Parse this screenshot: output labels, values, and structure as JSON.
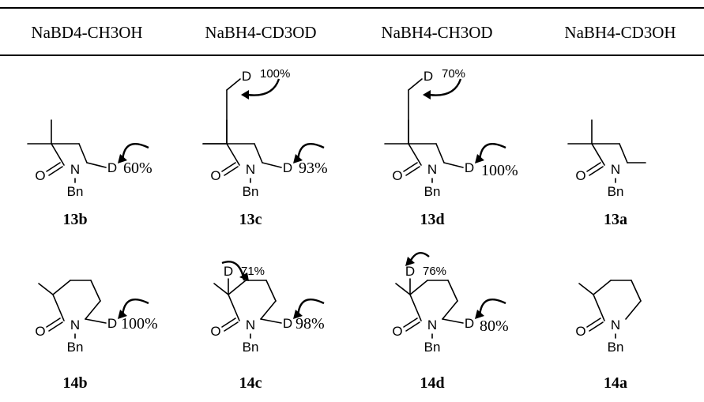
{
  "headers": [
    "NaBD4-CH3OH",
    "NaBH4-CD3OD",
    "NaBH4-CH3OD",
    "NaBH4-CD3OH"
  ],
  "atoms": {
    "oxygen": "O",
    "nitrogen": "N",
    "benzyl": "Bn",
    "deuterium": "D"
  },
  "row1": [
    {
      "label": "13b",
      "ring_percent": "60%"
    },
    {
      "label": "13c",
      "ring_percent": "93%",
      "methyl_percent": "100%"
    },
    {
      "label": "13d",
      "ring_percent": "100%",
      "methyl_percent": "70%"
    },
    {
      "label": "13a"
    }
  ],
  "row2": [
    {
      "label": "14b",
      "ring_percent": "100%"
    },
    {
      "label": "14c",
      "ring_percent": "98%",
      "alpha_percent": "71%"
    },
    {
      "label": "14d",
      "ring_percent": "80%",
      "alpha_percent": "76%"
    },
    {
      "label": "14a"
    }
  ]
}
